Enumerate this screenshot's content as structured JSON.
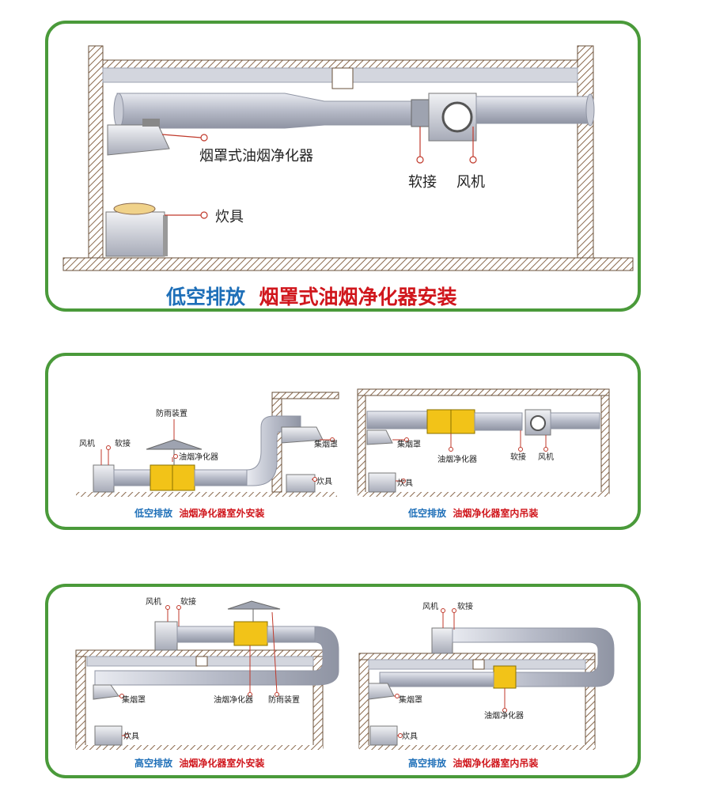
{
  "colors": {
    "border": "#4a9a3a",
    "duct": "#c9ccd6",
    "duct_dark": "#9ea3b0",
    "wall": "#8b6a4e",
    "blue": "#1e6fb8",
    "red": "#d0161c",
    "purifier": "#f2c318"
  },
  "panel1": {
    "labels": {
      "hood": "烟罩式油烟净化器",
      "stove": "炊具",
      "joint": "软接",
      "fan": "风机"
    },
    "caption": {
      "blue": "低空排放",
      "red": "烟罩式油烟净化器安装"
    }
  },
  "panel2": {
    "left": {
      "labels": {
        "rain": "防雨装置",
        "fan": "风机",
        "joint": "软接",
        "purifier": "油烟净化器",
        "hood": "集烟罩",
        "stove": "炊具"
      },
      "caption": {
        "blue": "低空排放",
        "red": "油烟净化器室外安装"
      }
    },
    "right": {
      "labels": {
        "hood": "集烟罩",
        "purifier": "油烟净化器",
        "joint": "软接",
        "fan": "风机",
        "stove": "炊具"
      },
      "caption": {
        "blue": "低空排放",
        "red": "油烟净化器室内吊装"
      }
    }
  },
  "panel3": {
    "left": {
      "labels": {
        "fan": "风机",
        "joint": "软接",
        "hood": "集烟罩",
        "purifier": "油烟净化器",
        "rain": "防雨装置",
        "stove": "炊具"
      },
      "caption": {
        "blue": "高空排放",
        "red": "油烟净化器室外安装"
      }
    },
    "right": {
      "labels": {
        "fan": "风机",
        "joint": "软接",
        "hood": "集烟罩",
        "purifier": "油烟净化器",
        "stove": "炊具"
      },
      "caption": {
        "blue": "高空排放",
        "red": "油烟净化器室内吊装"
      }
    }
  }
}
